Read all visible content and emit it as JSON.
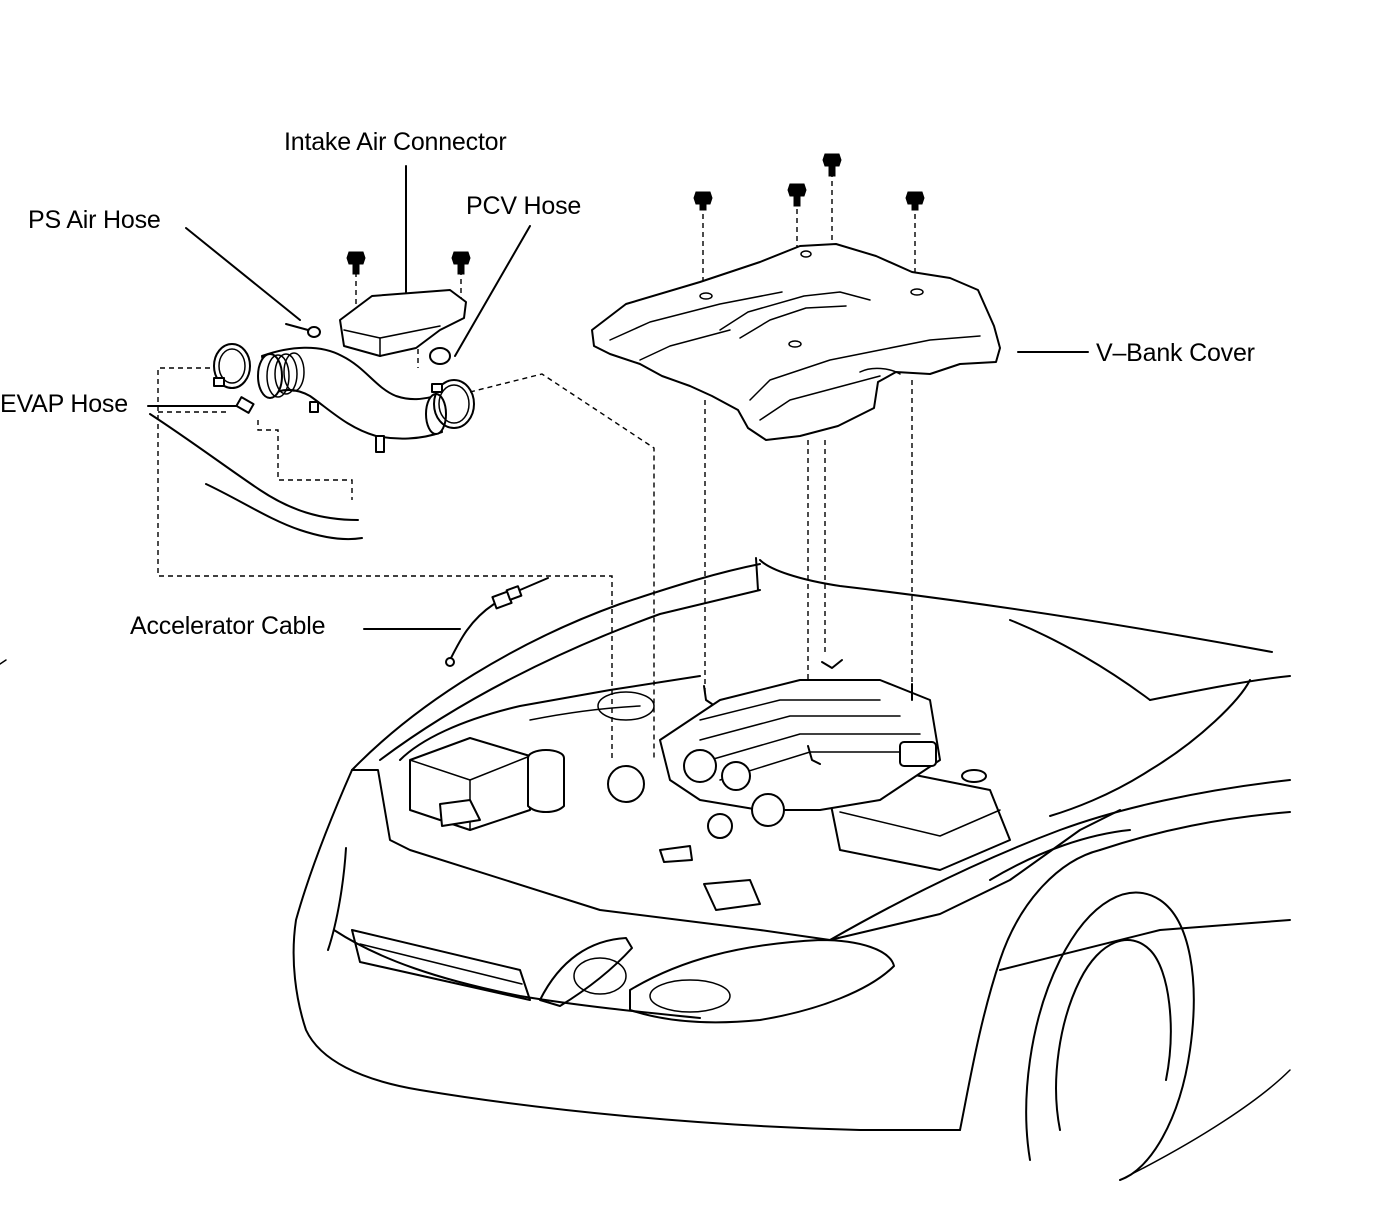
{
  "labels": {
    "intake_air_connector": "Intake Air Connector",
    "ps_air_hose": "PS Air Hose",
    "pcv_hose": "PCV Hose",
    "evap_hose": "EVAP Hose",
    "v_bank_cover": "V–Bank Cover",
    "accelerator_cable": "Accelerator Cable"
  },
  "colors": {
    "line": "#000000",
    "background": "#ffffff"
  }
}
